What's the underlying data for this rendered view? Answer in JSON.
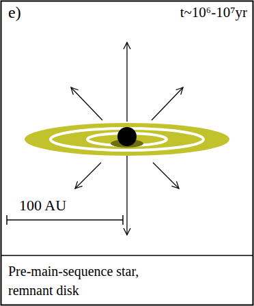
{
  "diagram": {
    "caption": "Pre-main-sequence star, remnant disk",
    "labels": [
      "e)",
      "t~10⁶-10⁷yr",
      "100 AU"
    ]
  }
}
